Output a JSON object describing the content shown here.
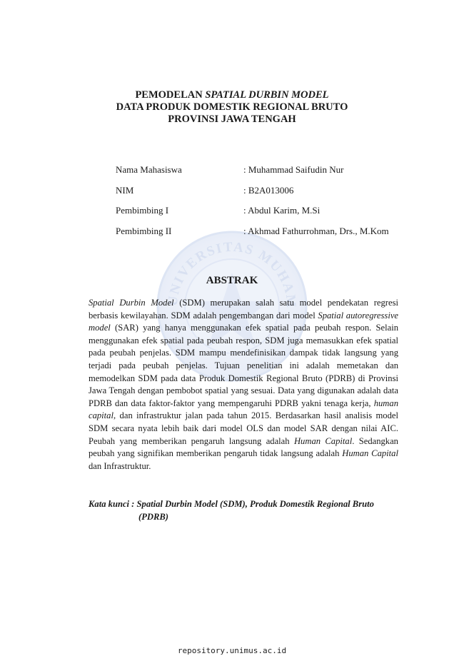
{
  "title": {
    "line1_prefix": "PEMODELAN ",
    "line1_italic": "SPATIAL DURBIN MODEL",
    "line2": "DATA PRODUK DOMESTIK REGIONAL BRUTO",
    "line3": "PROVINSI JAWA TENGAH"
  },
  "info": [
    {
      "label": "Nama Mahasiswa",
      "value": ": Muhammad Saifudin Nur"
    },
    {
      "label": "NIM",
      "value": ": B2A013006"
    },
    {
      "label": "Pembimbing I",
      "value": ": Abdul Karim, M.Si"
    },
    {
      "label": "Pembimbing II",
      "value": ": Akhmad Fathurrohman, Drs., M.Kom"
    }
  ],
  "abstract_heading": "ABSTRAK",
  "abstract": {
    "s1_italic": "Spatial Durbin Model",
    "s1_rest": " (SDM) merupakan salah satu model pendekatan regresi berbasis kewilayahan. SDM adalah pengembangan dari model ",
    "s2_italic": "Spatial autoregressive model",
    "s2_rest": " (SAR) yang hanya menggunakan efek spatial pada peubah respon. Selain menggunakan efek spatial pada peubah respon, SDM juga memasukkan efek spatial pada peubah penjelas. SDM mampu mendefinisikan dampak tidak langsung yang terjadi pada peubah penjelas. Tujuan penelitian ini adalah memetakan dan memodelkan SDM pada data Produk Domestik Regional Bruto (PDRB) di Provinsi Jawa Tengah dengan pembobot spatial yang sesuai. Data yang digunakan adalah data PDRB dan data faktor-faktor yang mempengaruhi PDRB yakni tenaga kerja, ",
    "s3_italic": "human capital",
    "s3_rest": ", dan infrastruktur jalan pada tahun 2015. Berdasarkan hasil analisis model SDM secara nyata lebih baik dari model OLS dan model SAR dengan nilai AIC. Peubah yang memberikan pengaruh langsung adalah ",
    "s4_italic": "Human Capital",
    "s4_rest": ". Sedangkan peubah yang signifikan memberikan pengaruh tidak langsung adalah ",
    "s5_italic": "Human Capital",
    "s5_rest": " dan Infrastruktur."
  },
  "keywords": {
    "line1": "Kata kunci : Spatial Durbin Model (SDM), Produk Domestik Regional Bruto",
    "line2": "(PDRB)"
  },
  "watermark": {
    "text": "UNIVERSITAS MUHAMMADIYAH",
    "color": "#b9c8e6"
  },
  "footer": "repository.unimus.ac.id"
}
